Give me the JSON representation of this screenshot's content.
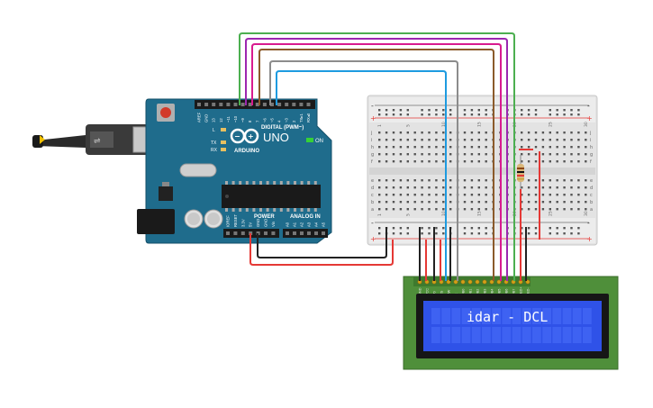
{
  "lcd": {
    "text": "idar - DCL",
    "columns": 16,
    "rows": 2,
    "pin_labels": [
      "GND",
      "VCC",
      "V0",
      "RS",
      "RW",
      "E",
      "DB0",
      "DB1",
      "DB2",
      "DB3",
      "DB4",
      "DB5",
      "DB6",
      "DB7",
      "LED+",
      "LED-"
    ]
  },
  "arduino": {
    "logo": "ARDUINO",
    "model": "UNO",
    "digital_header": "DIGITAL (PWM~)",
    "power_header": "POWER",
    "analog_header": "ANALOG IN",
    "on_label": "ON",
    "led_labels": [
      "L",
      "TX",
      "RX"
    ],
    "digital_pins": [
      "AREF",
      "GND",
      "13",
      "12",
      "~11",
      "~10",
      "~9",
      "8",
      "7",
      "~6",
      "~5",
      "4",
      "~3",
      "2",
      "TX▸1",
      "RX◂0"
    ],
    "power_pins": [
      "IOREF",
      "RESET",
      "3.3V",
      "5V",
      "GND",
      "GND",
      "Vin"
    ],
    "analog_pins": [
      "A0",
      "A1",
      "A2",
      "A3",
      "A4",
      "A5"
    ]
  },
  "breadboard": {
    "row_letters_top": [
      "j",
      "i",
      "h",
      "g",
      "f"
    ],
    "row_letters_bottom": [
      "e",
      "d",
      "c",
      "b",
      "a"
    ],
    "column_numbers": [
      "1",
      "5",
      "10",
      "15",
      "20",
      "25",
      "30"
    ],
    "rail_minus": "-",
    "rail_plus": "+"
  },
  "colors": {
    "wire_green": "#4caf50",
    "wire_purple": "#9c27b0",
    "wire_magenta": "#d81b8f",
    "wire_brown": "#8b5a2b",
    "wire_gray": "#8c8c8c",
    "wire_blue": "#1e9be0",
    "wire_red": "#e53935",
    "wire_black": "#222222",
    "board_teal": "#1f6c8c",
    "lcd_pcb": "#4f8f3a",
    "lcd_screen": "#2f52e8",
    "lcd_char": "#3e62f2"
  }
}
